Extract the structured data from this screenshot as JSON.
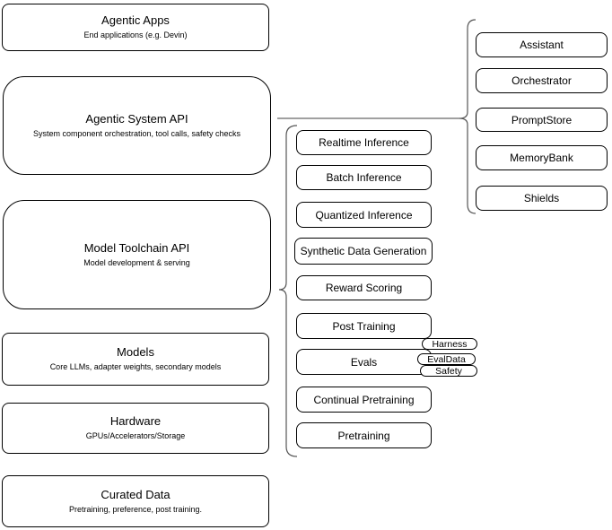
{
  "stack": {
    "agentic_apps": {
      "title": "Agentic Apps",
      "subtitle": "End applications (e.g. Devin)"
    },
    "agentic_system_api": {
      "title": "Agentic System API",
      "subtitle": "System component orchestration, tool calls, safety checks"
    },
    "model_toolchain_api": {
      "title": "Model Toolchain API",
      "subtitle": "Model development & serving"
    },
    "models": {
      "title": "Models",
      "subtitle": "Core LLMs, adapter weights, secondary models"
    },
    "hardware": {
      "title": "Hardware",
      "subtitle": "GPUs/Accelerators/Storage"
    },
    "curated_data": {
      "title": "Curated Data",
      "subtitle": "Pretraining, preference, post training."
    }
  },
  "toolchain_services": {
    "items": [
      "Realtime Inference",
      "Batch Inference",
      "Quantized Inference",
      "Synthetic Data Generation",
      "Reward Scoring",
      "Post Training",
      "Evals",
      "Continual Pretraining",
      "Pretraining"
    ]
  },
  "evals_tags": [
    "Harness",
    "EvalData",
    "Safety"
  ],
  "system_services": [
    "Assistant",
    "Orchestrator",
    "PromptStore",
    "MemoryBank",
    "Shields"
  ],
  "colors": {
    "box_border": "#000000",
    "box_fill": "#ffffff",
    "connector_line": "#808080",
    "brace": "#565656",
    "background": "#ffffff",
    "text": "#000000"
  }
}
